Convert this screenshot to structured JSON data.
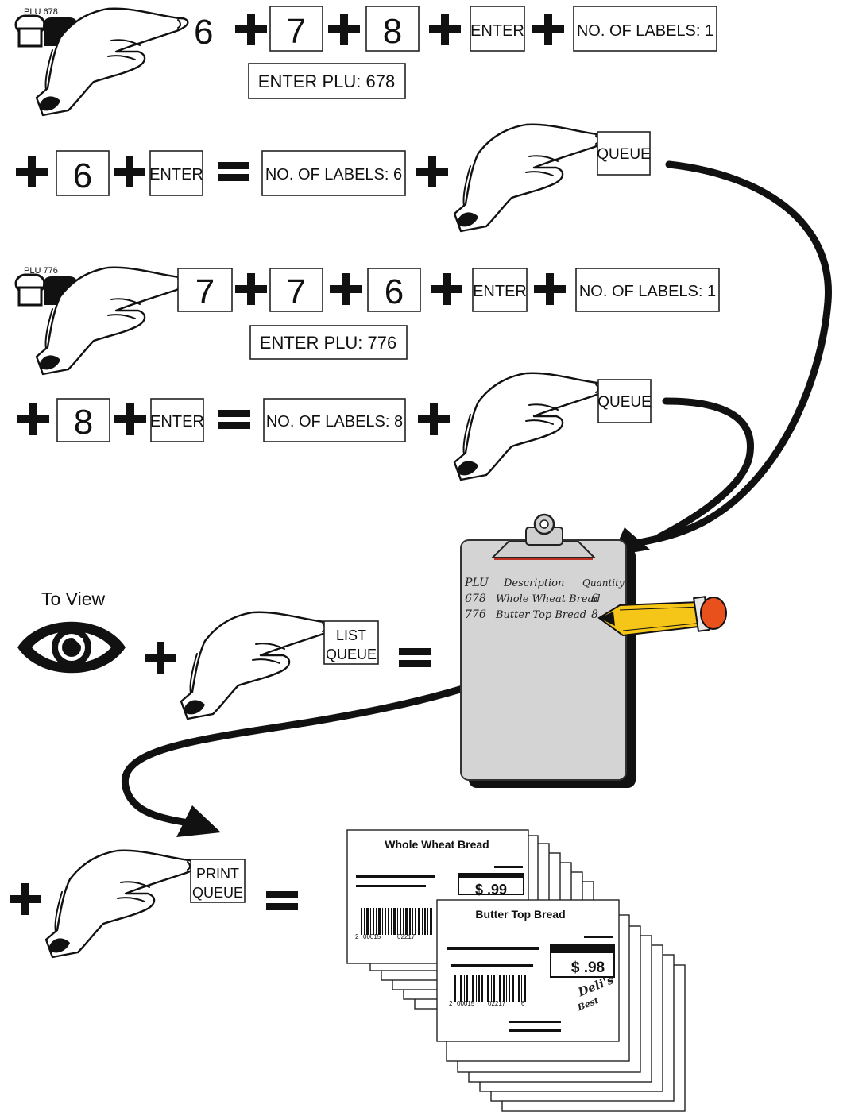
{
  "step1": {
    "bread_tag": "PLU 678",
    "digits": [
      "6",
      "7",
      "8"
    ],
    "enter_key": "ENTER",
    "display_initial": "NO. OF LABELS: 1",
    "display_plu": "ENTER PLU:  678"
  },
  "step2": {
    "digit": "6",
    "enter_key": "ENTER",
    "display": "NO. OF LABELS: 6",
    "queue_key": "QUEUE"
  },
  "step3": {
    "bread_tag": "PLU 776",
    "digits": [
      "7",
      "7",
      "6"
    ],
    "enter_key": "ENTER",
    "display_initial": "NO. OF LABELS: 1",
    "display_plu": "ENTER PLU:  776"
  },
  "step4": {
    "digit": "8",
    "enter_key": "ENTER",
    "display": "NO. OF LABELS: 8",
    "queue_key": "QUEUE"
  },
  "view": {
    "caption": "To View",
    "list_key_line1": "LIST",
    "list_key_line2": "QUEUE"
  },
  "clipboard": {
    "headers": [
      "PLU",
      "Description",
      "Quantity"
    ],
    "rows": [
      [
        "678",
        "Whole Wheat Bread",
        "6"
      ],
      [
        "776",
        "Butter Top Bread",
        "8"
      ]
    ]
  },
  "print": {
    "print_key_line1": "PRINT",
    "print_key_line2": "QUEUE"
  },
  "labels": {
    "back_title": "Whole Wheat Bread",
    "back_price": "$ .99",
    "front_title": "Butter Top Bread",
    "front_price": "$ .98",
    "barcode_left": "2",
    "barcode_mid": "00015",
    "barcode_right": "02217",
    "barcode_check": "6",
    "stamp_line1": "Deli's",
    "stamp_line2": "Best"
  }
}
